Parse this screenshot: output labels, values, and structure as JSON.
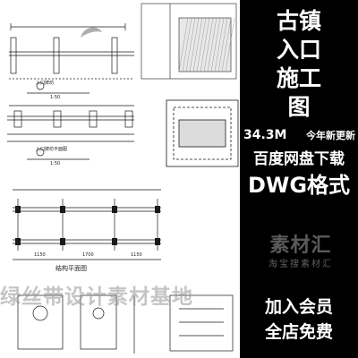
{
  "side_panel": {
    "title_lines": [
      "古镇",
      "入口",
      "施工",
      "图"
    ],
    "file_size": "34.3M",
    "update_note": "今年新更新",
    "storage_line": "百度网盘下载",
    "format_line": "DWG格式",
    "promo_lines": [
      "加入会员",
      "全店免费"
    ]
  },
  "drawing": {
    "elevation_label_1": "入口牌坊",
    "elevation_label_2": "入口牌坊平面图",
    "scale_1": "1:50",
    "scale_2": "1:50",
    "structure_title": "结构平面图",
    "dim_total": "1150",
    "dim_mid": "1700",
    "dim_right": "1150"
  },
  "watermarks": {
    "center_main": "素材汇",
    "center_sub": "淘宝搜素材汇",
    "bottom": "绿丝带设计素材基地"
  },
  "colors": {
    "panel_bg": "#000000",
    "panel_text": "#ffffff",
    "drawing_bg": "#ffffff",
    "drawing_line": "#1a1a1a",
    "drawing_accent": "#1f3fb0"
  }
}
